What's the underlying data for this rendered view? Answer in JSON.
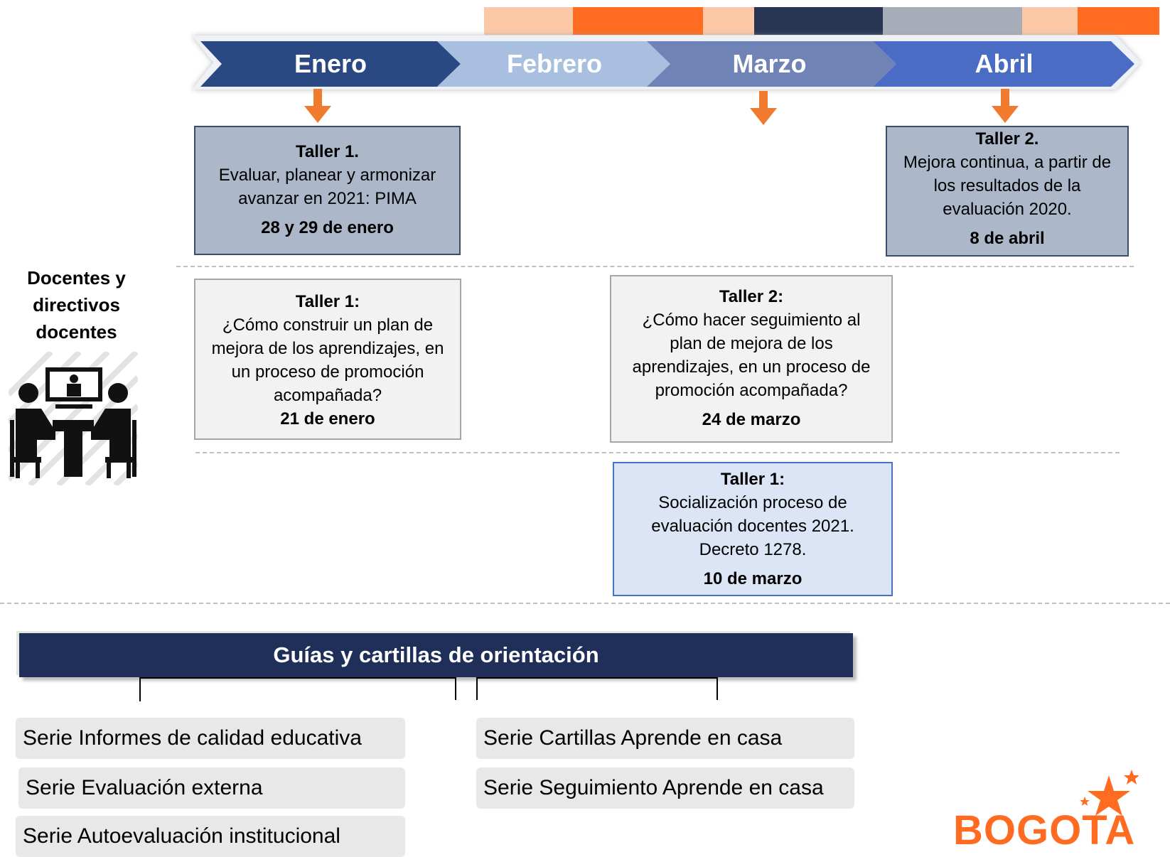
{
  "colors": {
    "accent_orange": "#ff6b21",
    "light_orange": "#fcc8a6",
    "navy": "#1f2f59",
    "gray": "#a6acb8",
    "month_dark": "#2a4882",
    "month_light": "#a9bfe0",
    "month_mid": "#7083b6",
    "month_blue": "#4b6cc4"
  },
  "timeline": {
    "months": [
      "Enero",
      "Febrero",
      "Marzo",
      "Abril"
    ]
  },
  "audience": {
    "label": "Docentes y directivos docentes",
    "icon": "meeting-icon"
  },
  "workshops": {
    "enero_top": {
      "title": "Taller 1.",
      "text": "Evaluar, planear y armonizar avanzar en 2021: PIMA",
      "date": "28 y 29 de enero"
    },
    "abril_top": {
      "title": "Taller 2.",
      "text": "Mejora continua, a partir de los resultados de la evaluación 2020.",
      "date": "8 de abril"
    },
    "enero_mid": {
      "title": "Taller 1:",
      "text": "¿Cómo construir un plan de mejora de los aprendizajes, en un proceso de promoción acompañada?",
      "date": "21 de enero"
    },
    "marzo_mid": {
      "title": "Taller 2:",
      "text": "¿Cómo hacer seguimiento al plan de mejora de los aprendizajes, en un proceso de promoción acompañada?",
      "date": "24 de marzo"
    },
    "marzo_low": {
      "title": "Taller 1:",
      "text": "Socialización proceso de evaluación docentes 2021. Decreto 1278.",
      "date": "10 de marzo"
    }
  },
  "guides": {
    "header": "Guías y cartillas de orientación",
    "left": [
      "Serie Informes de calidad educativa",
      "Serie Evaluación externa",
      "Serie Autoevaluación institucional"
    ],
    "right": [
      "Serie Cartillas Aprende en casa",
      "Serie Seguimiento Aprende en casa"
    ]
  },
  "logo": {
    "text": "BOGOTA",
    "icon": "star-icon"
  }
}
